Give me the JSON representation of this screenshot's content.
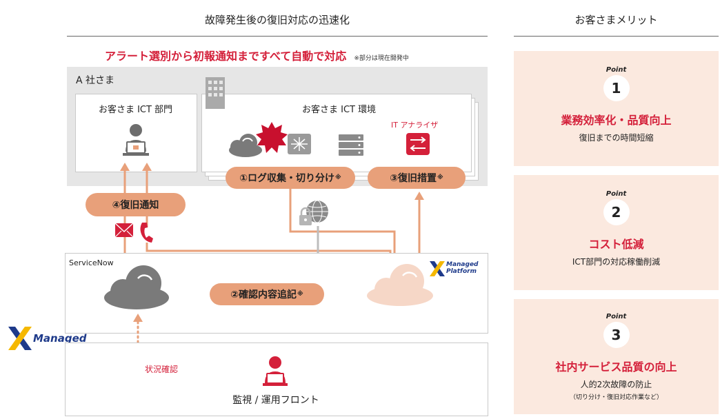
{
  "left_header": "故障発生後の復旧対応の迅速化",
  "right_header": "お客さまメリット",
  "banner": "アラート選別から初報通知まですべて自動で対応",
  "banner_note": "※部分は現在開発中",
  "customer_label": "A 社さま",
  "ict_dept": "お客さま ICT 部門",
  "ict_env": "お客さま ICT 環境",
  "it_analyzer": "IT アナライザ",
  "steps": {
    "s1": "①ログ収集・切り分け",
    "s2": "②確認内容追記",
    "s3": "③復旧措置",
    "s4": "④復旧通知",
    "dev_mark": "※"
  },
  "servicenow": "ServiceNow",
  "mp_logo": {
    "line1": "Managed",
    "line2": "Platform"
  },
  "managed_logo": "Managed",
  "status_check": "状況確認",
  "monitor_front": "監視 / 運用フロント",
  "points": [
    {
      "label": "Point",
      "num": "1",
      "title": "業務効率化・品質向上",
      "desc": "復旧までの時間短縮",
      "sub": ""
    },
    {
      "label": "Point",
      "num": "2",
      "title": "コスト低減",
      "desc": "ICT部門の対応稼働削減",
      "sub": ""
    },
    {
      "label": "Point",
      "num": "3",
      "title": "社内サービス品質の向上",
      "desc": "人的2次故障の防止",
      "sub": "（切り分け・復旧対応作業など）"
    }
  ],
  "colors": {
    "accent": "#d4203a",
    "pill": "#e8a07a",
    "arrow": "#e8a07a",
    "gray_arrow": "#bdbdbd",
    "point_bg": "#fbe9df"
  }
}
